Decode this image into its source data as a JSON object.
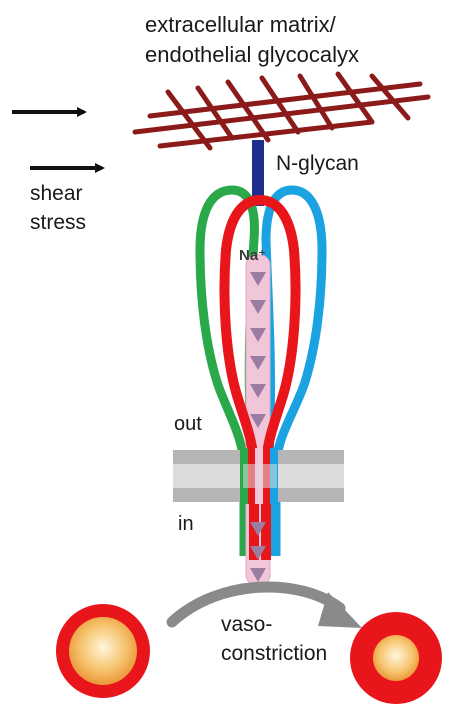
{
  "labels": {
    "matrix_line1": "extracellular matrix/",
    "matrix_line2": "endothelial glycocalyx",
    "shear_line1": "shear",
    "shear_line2": "stress",
    "nglycan": "N-glycan",
    "sodium": "Na⁺",
    "out": "out",
    "in": "in",
    "vaso_line1": "vaso-",
    "vaso_line2": "constriction"
  },
  "colors": {
    "matrix_mesh": "#8b1a1a",
    "nglycan_stalk": "#1f2e8c",
    "subunit_red": "#e8151b",
    "subunit_green": "#2aa84a",
    "subunit_blue": "#1aa3e0",
    "pore_channel": "#f2c6d9",
    "pore_arrows": "#9a7da0",
    "membrane": "#b5b5b5",
    "vessel_wall": "#e8151b",
    "vessel_lumen": "#f0a03c",
    "curved_arrow": "#8a8a8a"
  },
  "icons": [
    "arrow-right-icon",
    "arrow-right-icon",
    "curved-arrow-icon"
  ]
}
